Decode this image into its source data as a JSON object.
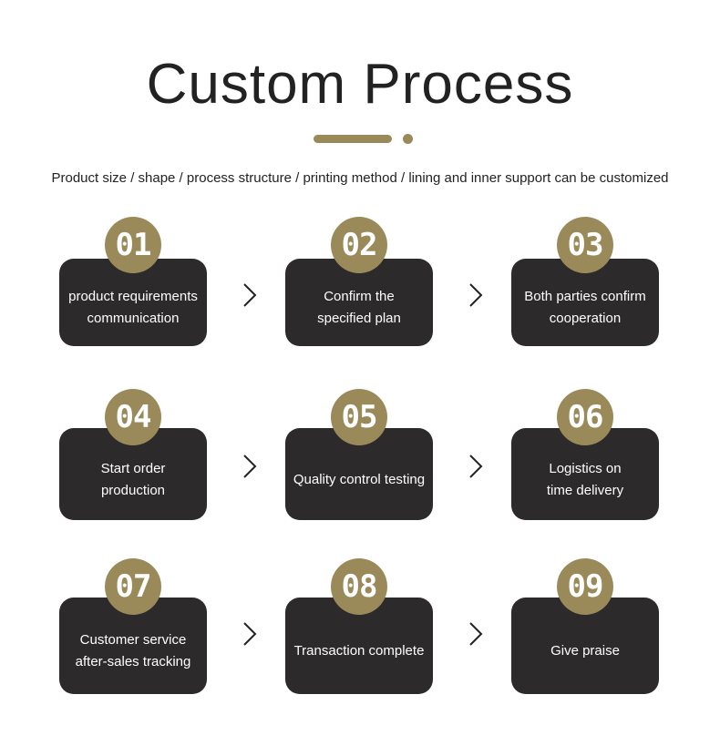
{
  "header": {
    "title": "Custom Process",
    "subtitle": "Product size / shape / process structure / printing method / lining and inner support can be customized"
  },
  "colors": {
    "accent": "#9a8a5a",
    "card": "#2c2a2a",
    "text": "#222222"
  },
  "steps": [
    {
      "number": "01",
      "line1": "product requirements",
      "line2": "communication"
    },
    {
      "number": "02",
      "line1": "Confirm the",
      "line2": "specified plan"
    },
    {
      "number": "03",
      "line1": "Both parties confirm",
      "line2": "cooperation"
    },
    {
      "number": "04",
      "line1": "Start order",
      "line2": "production"
    },
    {
      "number": "05",
      "line1": "Quality control testing",
      "line2": ""
    },
    {
      "number": "06",
      "line1": "Logistics on",
      "line2": "time delivery"
    },
    {
      "number": "07",
      "line1": "Customer service",
      "line2": "after-sales tracking"
    },
    {
      "number": "08",
      "line1": "Transaction complete",
      "line2": ""
    },
    {
      "number": "09",
      "line1": "Give praise",
      "line2": ""
    }
  ],
  "icons": {
    "arrow": "chevron-right-icon"
  }
}
